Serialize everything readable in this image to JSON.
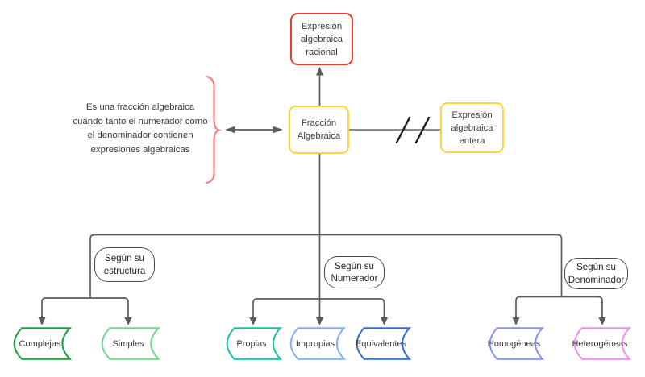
{
  "diagram": {
    "line_color": "#5c5c5c",
    "slash_color": "#1a1a1a",
    "nodes": {
      "root": {
        "label": "Expresión algebraica racional",
        "border_color": "#ee3a2e"
      },
      "center": {
        "label": "Fracción Algebraica",
        "border_color": "#ffd43d"
      },
      "excluded": {
        "label": "Expresión algebraica entera",
        "border_color": "#ffd43d"
      }
    },
    "note": {
      "text": "Es una fracción algebraica cuando tanto el numerador como el denominador contienen expresiones algebraicas",
      "brace_color": "#f0837f"
    },
    "branches": [
      {
        "label": "Según su estructura",
        "leaves": [
          {
            "label": "Complejas",
            "color": "#18a23c"
          },
          {
            "label": "Simples",
            "color": "#6fd98b"
          }
        ]
      },
      {
        "label": "Según su Numerador",
        "leaves": [
          {
            "label": "Propias",
            "color": "#14c4a0"
          },
          {
            "label": "Impropias",
            "color": "#7fb0f5"
          },
          {
            "label": "Equivalentes",
            "color": "#2a6fe0"
          }
        ]
      },
      {
        "label": "Según su Denominador",
        "leaves": [
          {
            "label": "Homogéneas",
            "color": "#8590f2"
          },
          {
            "label": "Heterogéneas",
            "color": "#ec8cf0"
          }
        ]
      }
    ]
  }
}
